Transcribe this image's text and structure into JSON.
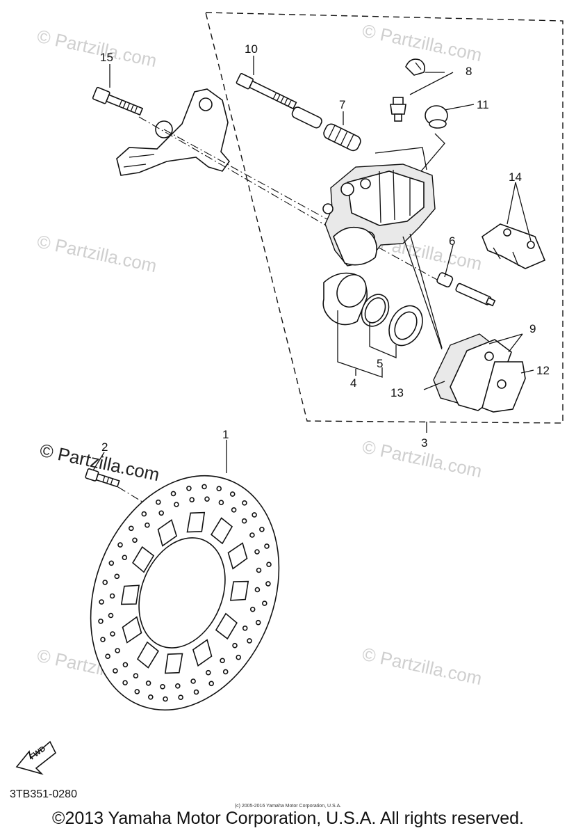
{
  "watermarks": {
    "partzilla": "© Partzilla.com"
  },
  "callouts": {
    "c1": "1",
    "c2": "2",
    "c3": "3",
    "c4": "4",
    "c5": "5",
    "c6": "6",
    "c7": "7",
    "c8": "8",
    "c9": "9",
    "c10": "10",
    "c11": "11",
    "c12": "12",
    "c13": "13",
    "c14": "14",
    "c15": "15"
  },
  "fwd_label": "FWD",
  "diagram_code": "3TB351-0280",
  "small_copyright": "(c) 2005-2016 Yamaha Motor Corporation, U.S.A.",
  "copyright": "©2013 Yamaha Motor Corporation, U.S.A. All rights reserved.",
  "colors": {
    "line": "#111111",
    "watermark": "#cfcfcf",
    "background": "#ffffff"
  }
}
